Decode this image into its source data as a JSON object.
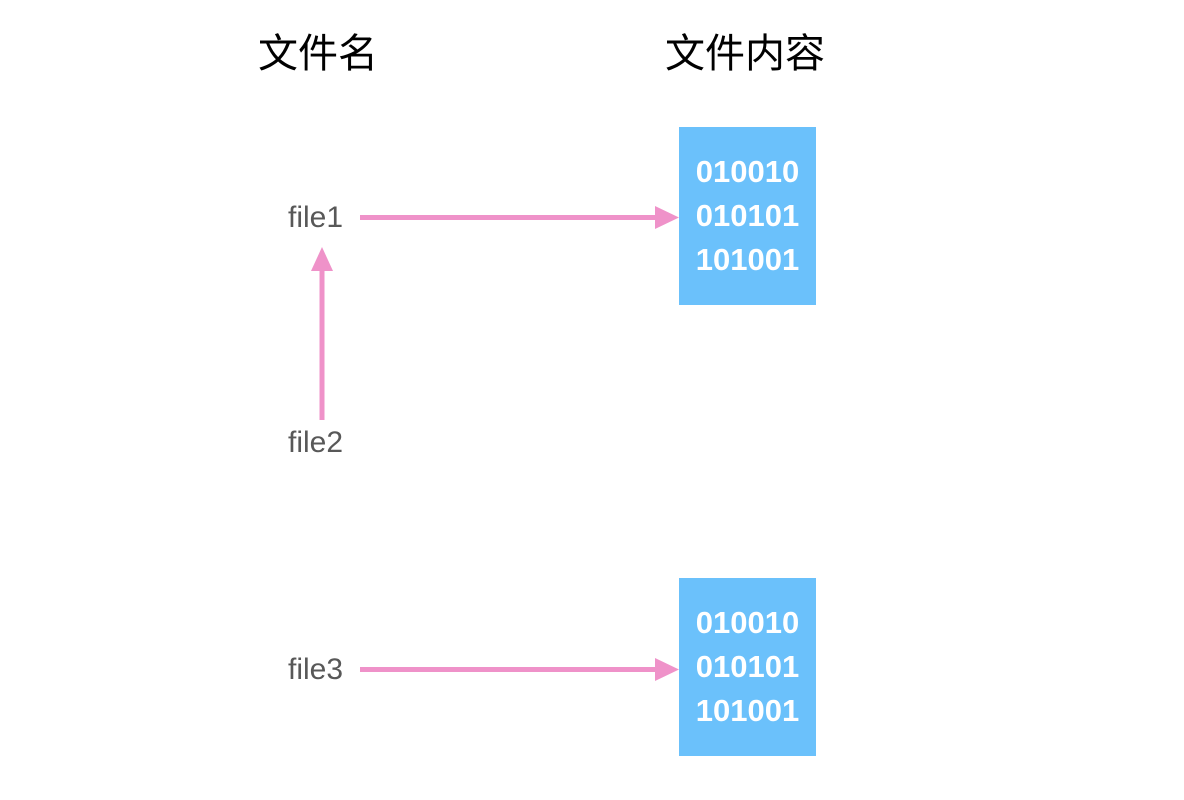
{
  "diagram": {
    "title_columns": {
      "filename_header": "文件名",
      "filecontent_header": "文件内容"
    },
    "colors": {
      "background": "#ffffff",
      "content_block": "#6bc1fb",
      "arrow": "#ef92c9",
      "label_text": "#585858",
      "header_text": "#000000",
      "bits_text": "#ffffff"
    },
    "files": [
      {
        "id": "file1",
        "label": "file1"
      },
      {
        "id": "file2",
        "label": "file2"
      },
      {
        "id": "file3",
        "label": "file3"
      }
    ],
    "content_blocks": [
      {
        "id": "block-1",
        "lines": [
          "010010",
          "010101",
          "101001"
        ]
      },
      {
        "id": "block-2",
        "lines": [
          "010010",
          "010101",
          "101001"
        ]
      }
    ],
    "arrows": [
      {
        "id": "arrow-file1-to-block1",
        "from": "file1",
        "to": "block-1",
        "direction": "right"
      },
      {
        "id": "arrow-file2-to-file1",
        "from": "file2",
        "to": "file1",
        "direction": "up"
      },
      {
        "id": "arrow-file3-to-block2",
        "from": "file3",
        "to": "block-2",
        "direction": "right"
      }
    ]
  }
}
